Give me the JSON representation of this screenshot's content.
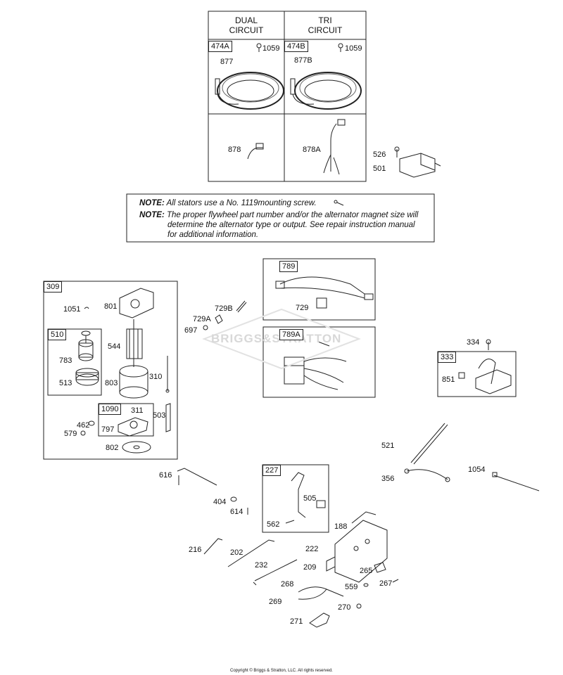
{
  "stator_table": {
    "col_dual": "DUAL\nCIRCUIT",
    "col_tri": "TRI\nCIRCUIT",
    "tag_dual": "474A",
    "tag_tri": "474B",
    "screw_dual": "1059",
    "screw_tri": "1059",
    "part_877": "877",
    "part_877b": "877B",
    "part_878": "878",
    "part_878a": "878A"
  },
  "regulator": {
    "p526": "526",
    "p501": "501"
  },
  "notes": {
    "label1": "NOTE:",
    "text1": "All stators use a No. 1119mounting screw.",
    "label2": "NOTE:",
    "text2a": "The proper flywheel part number and/or the alternator magnet size will",
    "text2b": "determine the alternator type or output. See repair instruction manual",
    "text2c": "for additional information."
  },
  "starter": {
    "tag": "309",
    "p1051": "1051",
    "p801": "801",
    "tag510": "510",
    "p544": "544",
    "p783": "783",
    "p513": "513",
    "p803": "803",
    "p310": "310",
    "tag1090": "1090",
    "p311": "311",
    "p503": "503",
    "p462": "462",
    "p579": "579",
    "p797": "797",
    "p802": "802"
  },
  "misc": {
    "p729b": "729B",
    "p729a": "729A",
    "p697": "697",
    "tag789": "789",
    "p729": "729",
    "tag789a": "789A",
    "p334": "334",
    "tag333": "333",
    "p851": "851",
    "p521": "521",
    "p616": "616",
    "tag227": "227",
    "p505": "505",
    "p562": "562",
    "p188": "188",
    "p356": "356",
    "p1054": "1054",
    "p404": "404",
    "p614": "614",
    "p216": "216",
    "p202": "202",
    "p222": "222",
    "p232": "232",
    "p209": "209",
    "p265": "265",
    "p267": "267",
    "p268": "268",
    "p559": "559",
    "p269": "269",
    "p270": "270",
    "p271": "271"
  },
  "watermark": "BRIGGS&STRATTON",
  "copyright": "Copyright © Briggs & Stratton, LLC. All rights reserved."
}
